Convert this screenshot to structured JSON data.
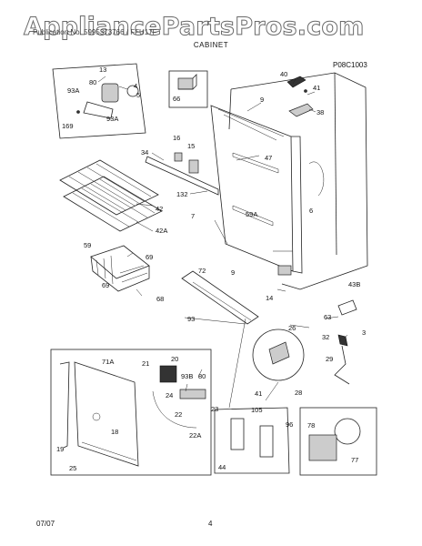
{
  "watermark": "AppliancePartsPros.com",
  "header_text": "Publication No. 5995373766 / FFU17F",
  "section_title": "CABINET",
  "diagram_code": "P08C1003",
  "footer": {
    "date": "07/07",
    "page": "4"
  },
  "callouts": {
    "c13": "13",
    "c80": "80",
    "c93A_a": "93A",
    "c4": "4",
    "c5": "5",
    "c169": "169",
    "c93A_b": "93A",
    "c66": "66",
    "c40": "40",
    "c41": "41",
    "c38": "38",
    "c9a": "9",
    "c16": "16",
    "c15": "15",
    "c34": "34",
    "c47": "47",
    "c132": "132",
    "c42": "42",
    "c42A": "42A",
    "c7": "7",
    "c59A": "59A",
    "c6": "6",
    "c59": "59",
    "c69a": "69",
    "c69b": "69",
    "c68": "68",
    "c72": "72",
    "c9b": "9",
    "c14": "14",
    "c93": "93",
    "c43B": "43B",
    "c63": "63",
    "c26": "26",
    "c3": "3",
    "c32": "32",
    "c29": "29",
    "c28": "28",
    "c41b": "41",
    "c71A": "71A",
    "c20": "20",
    "c21": "21",
    "c93B": "93B",
    "c80b": "80",
    "c24": "24",
    "c22": "22",
    "c22A": "22A",
    "c18": "18",
    "c19": "19",
    "c25": "25",
    "c23": "23",
    "c105": "105",
    "c96": "96",
    "c44": "44",
    "c78": "78",
    "c77": "77"
  }
}
